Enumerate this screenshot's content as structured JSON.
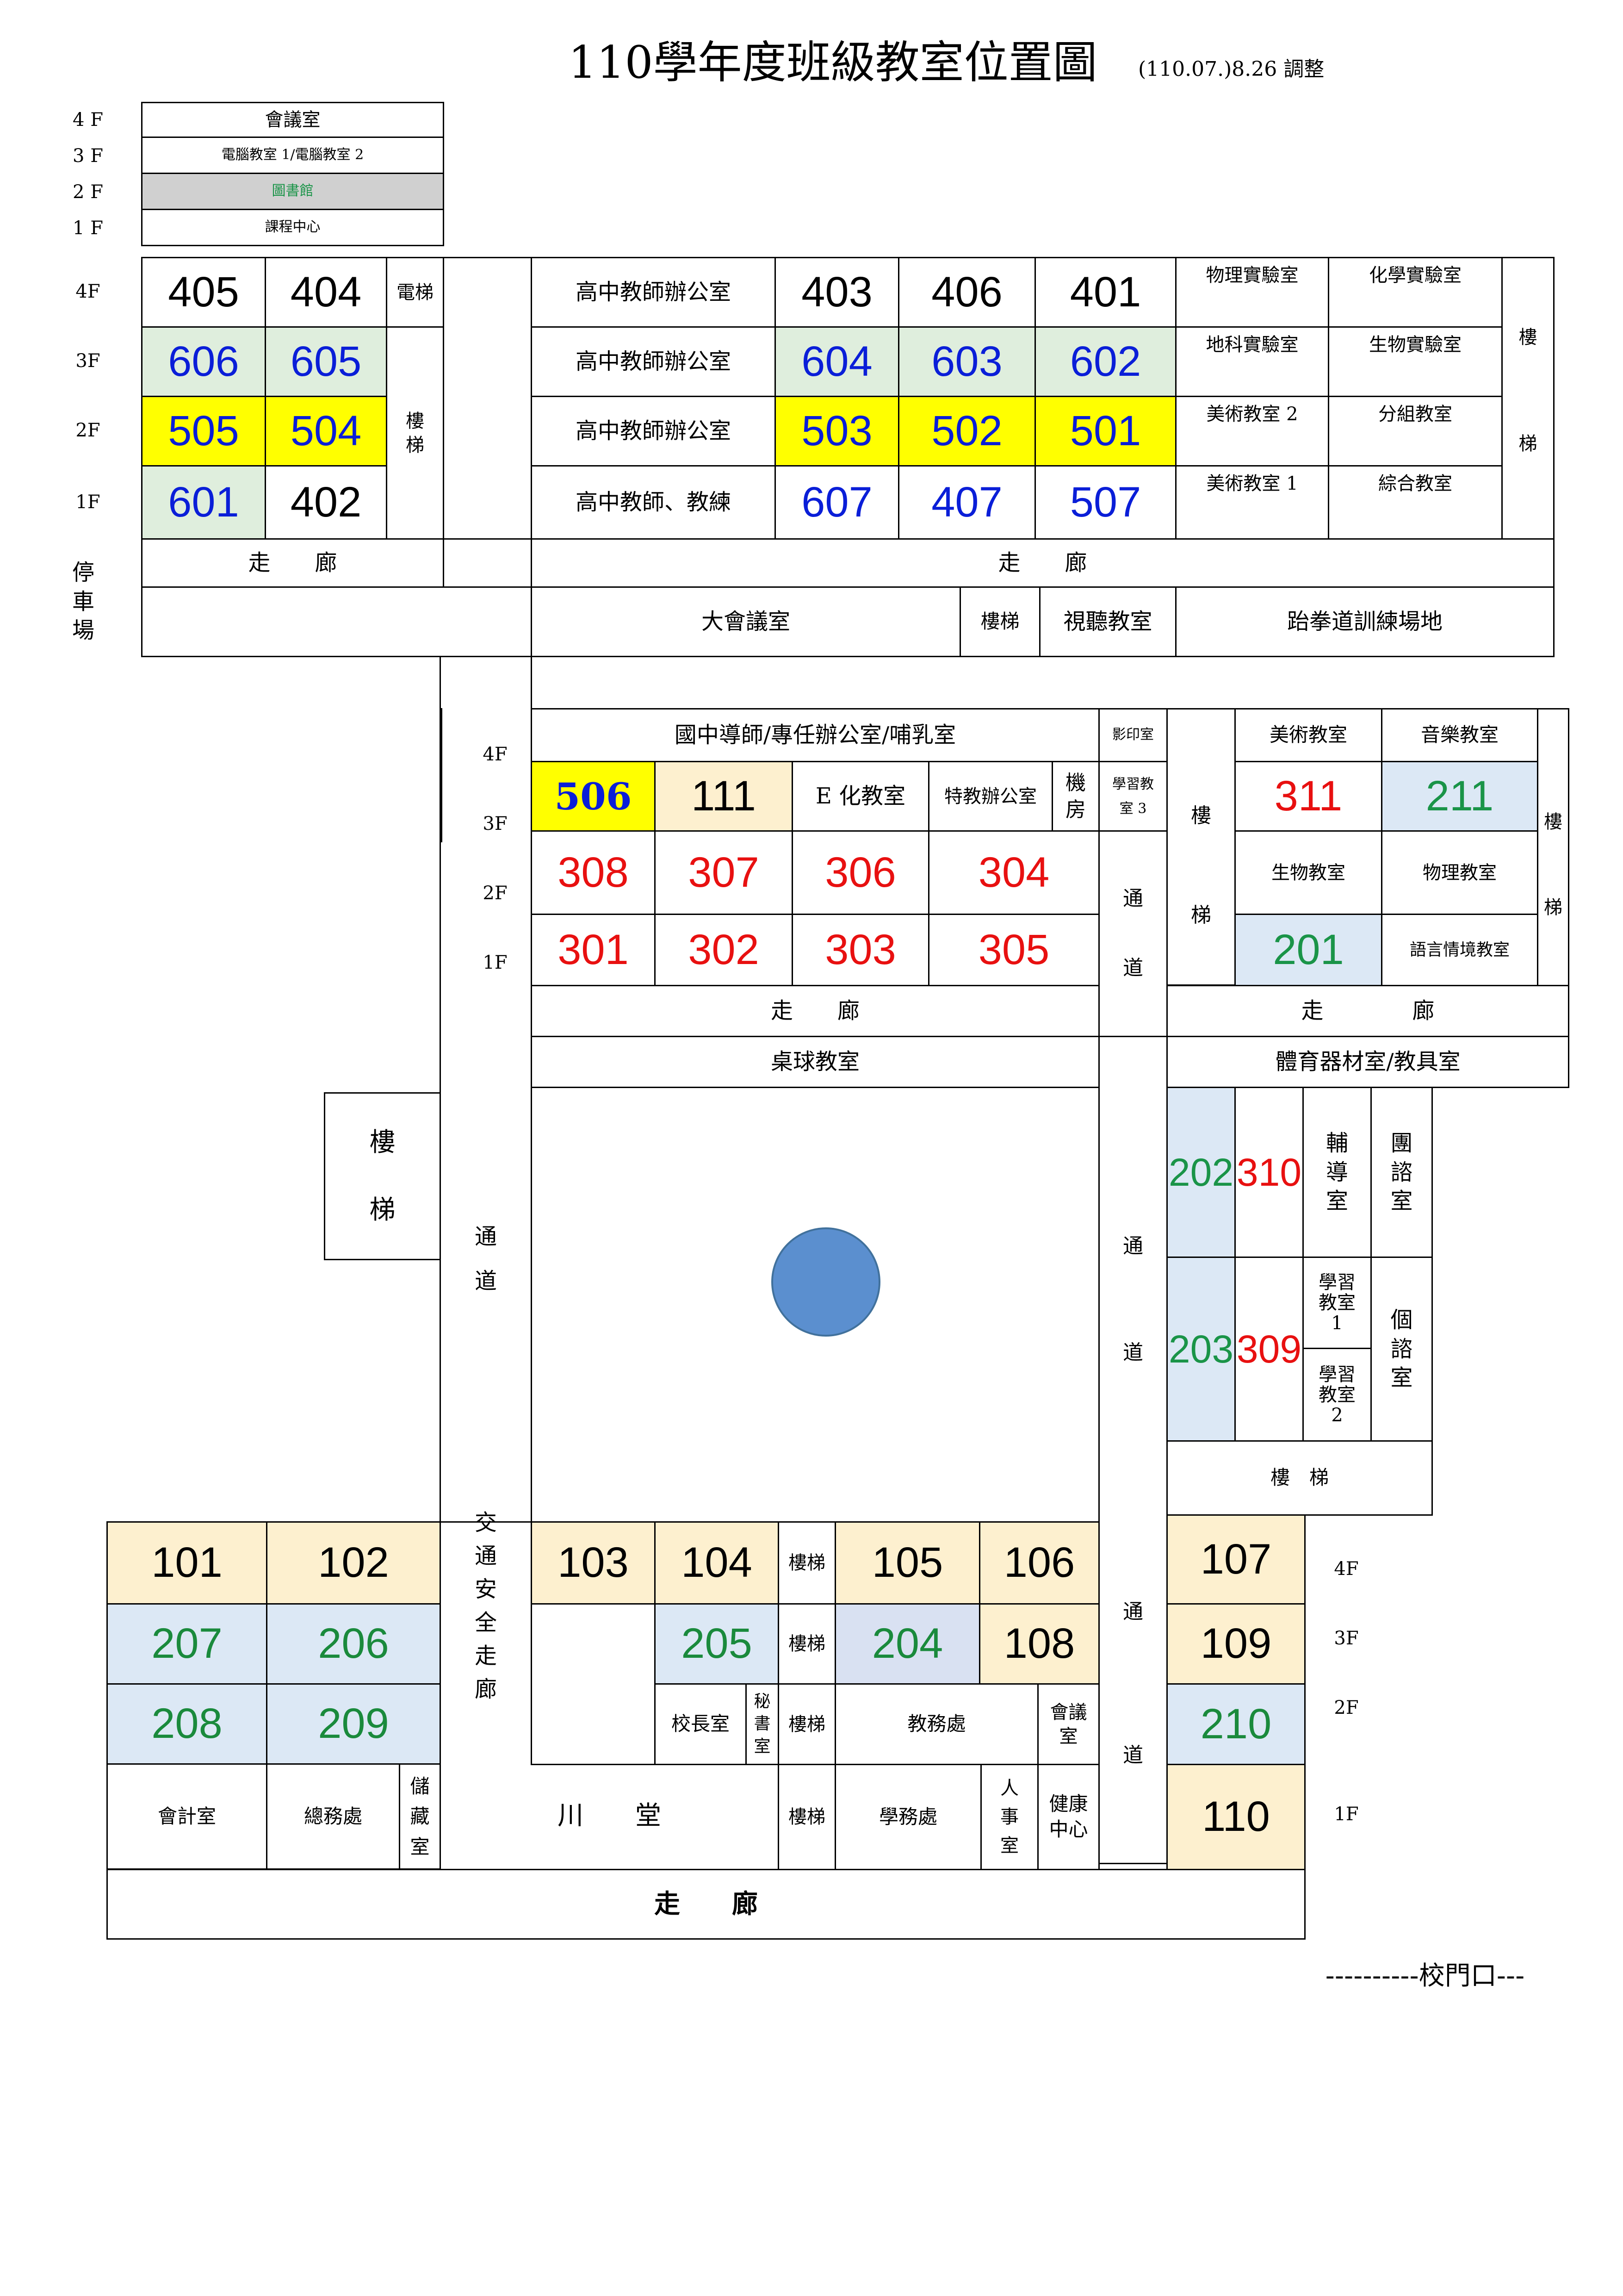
{
  "title": "110學年度班級教室位置圖",
  "update_note": "(110.07.)8.26 調整",
  "legend": [
    {
      "floor": "4 F",
      "room": "會議室"
    },
    {
      "floor": "3 F",
      "room": "電腦教室 1/電腦教室 2"
    },
    {
      "floor": "2 F",
      "room": "圖書館"
    },
    {
      "floor": "1 F",
      "room": "課程中心"
    }
  ],
  "floors": {
    "f4": "4F",
    "f3": "3F",
    "f2": "2F",
    "f1": "1F"
  },
  "north": {
    "r4a": "405",
    "r4b": "404",
    "elevator": "電梯",
    "r3a": "606",
    "r3b": "605",
    "stairs": "樓梯",
    "r2a": "505",
    "r2b": "504",
    "r1a": "601",
    "r1b": "402",
    "office4": "高中教師辦公室",
    "office3": "高中教師辦公室",
    "office2": "高中教師辦公室",
    "office1": "高中教師、教練",
    "e4": [
      "403",
      "406",
      "401"
    ],
    "e3": [
      "604",
      "603",
      "602"
    ],
    "e2": [
      "503",
      "502",
      "501"
    ],
    "e1": [
      "607",
      "407",
      "507"
    ],
    "labs": [
      [
        "物理實驗室",
        "化學實驗室"
      ],
      [
        "地科實驗室",
        "生物實驗室"
      ],
      [
        "美術教室 2",
        "分組教室"
      ],
      [
        "美術教室 1",
        "綜合教室"
      ]
    ],
    "stairs_r1": "樓",
    "stairs_r2": "梯",
    "corridor": "走　　廊",
    "corridor2": "走　　廊",
    "parking": [
      "停",
      "車",
      "場"
    ],
    "hall": "大會議室",
    "stairs2": "樓梯",
    "av": "視聽教室",
    "tkd": "跆拳道訓練場地"
  },
  "middle": {
    "floors": [
      "4F",
      "3F",
      "2F",
      "1F"
    ],
    "top": "國中導師/專任辦公室/哺乳室",
    "copy": "影印室",
    "r506": "506",
    "r111": "111",
    "ehua": "E 化教室",
    "sped": "特教辦公室",
    "machine": [
      "機",
      "房"
    ],
    "study3": [
      "學習教",
      "室 3"
    ],
    "row2": [
      "308",
      "307",
      "306",
      "304"
    ],
    "row1": [
      "301",
      "302",
      "303",
      "305"
    ],
    "passage": [
      "通",
      "道"
    ],
    "corridor": "走　　廊",
    "pingpong": "桌球教室",
    "stairs_v": [
      "樓",
      "梯"
    ]
  },
  "east": {
    "art": "美術教室",
    "music": "音樂教室",
    "r311": "311",
    "r211": "211",
    "bio": "生物教室",
    "phys": "物理教室",
    "r201": "201",
    "lang": "語言情境教室",
    "stairs": [
      "樓",
      "梯"
    ],
    "corridor": "走　　　　廊",
    "sports": "體育器材室/教具室",
    "r202": "202",
    "r310": "310",
    "r203": "203",
    "r309": "309",
    "counsel": [
      "輔",
      "導",
      "室"
    ],
    "group": [
      "團",
      "諮",
      "室"
    ],
    "study1": [
      "學習",
      "教室",
      "1"
    ],
    "study2": [
      "學習",
      "教室",
      "2"
    ],
    "indiv": [
      "個",
      "諮",
      "室"
    ],
    "stairs2": "樓　梯"
  },
  "west": {
    "stairs": [
      "樓",
      "梯"
    ],
    "passage": [
      "通",
      "道"
    ],
    "safe": [
      "交",
      "通",
      "安",
      "全",
      "走",
      "廊"
    ]
  },
  "south": {
    "r101": "101",
    "r102": "102",
    "r207": "207",
    "r206": "206",
    "r208": "208",
    "r209": "209",
    "acct": "會計室",
    "general": "總務處",
    "storage": [
      "儲",
      "藏",
      "室"
    ],
    "r103": "103",
    "r104": "104",
    "r105": "105",
    "r106": "106",
    "r205": "205",
    "r204": "204",
    "r108": "108",
    "stairs": "樓梯",
    "principal": "校長室",
    "secretary": [
      "秘",
      "書",
      "室"
    ],
    "academic": "教務處",
    "meeting": [
      "會議",
      "室"
    ],
    "hall": "川　　堂",
    "student": "學務處",
    "hr": [
      "人",
      "事",
      "室"
    ],
    "health": [
      "健康",
      "中心"
    ],
    "corridor": "走　　廊",
    "passage": [
      "通",
      "道"
    ],
    "r107": "107",
    "r109": "109",
    "r210": "210",
    "r110": "110",
    "floors": [
      "4F",
      "3F",
      "2F",
      "1F"
    ]
  },
  "gate": "----------校門口---"
}
